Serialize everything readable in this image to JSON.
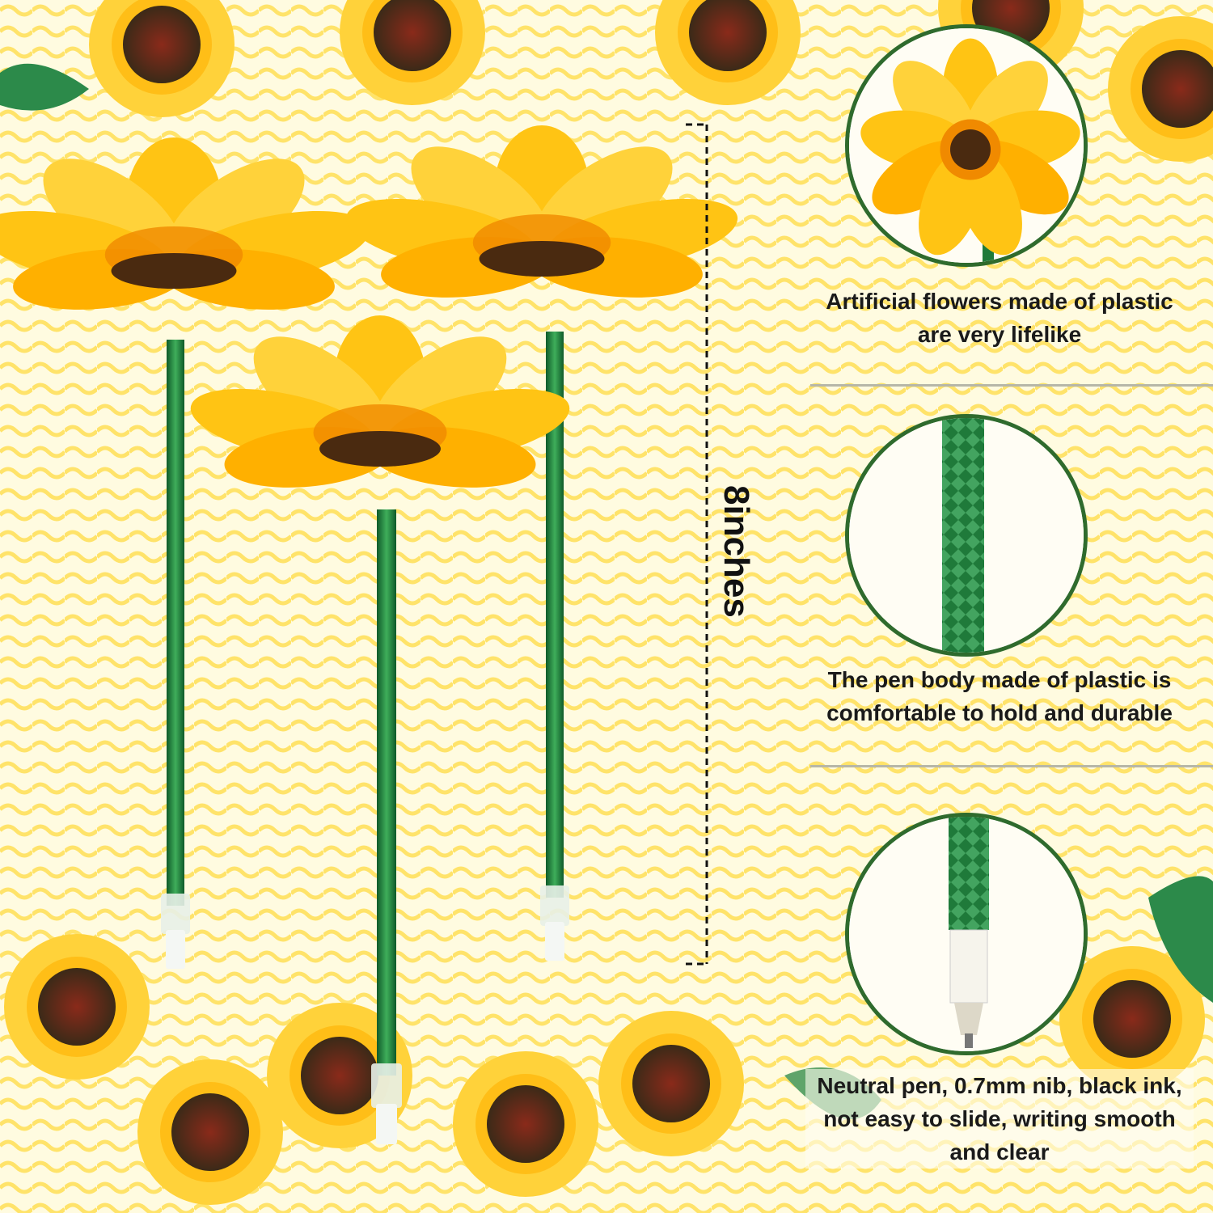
{
  "measurement": {
    "label": "8inches"
  },
  "features": [
    {
      "caption": "Artificial flowers made of plastic are very lifelike",
      "icon": "sunflower-head-closeup"
    },
    {
      "caption": "The pen body made of plastic is comfortable to hold and durable",
      "icon": "pen-body-closeup"
    },
    {
      "caption": "Neutral pen, 0.7mm nib, black ink, not easy to slide, writing smooth and clear",
      "icon": "pen-nib-closeup"
    }
  ],
  "colors": {
    "petal": "#ffc414",
    "petal_dark": "#f08a00",
    "center": "#4a2a10",
    "stem": "#1f7a3a",
    "border": "#2f6b2d",
    "background": "#fff6b8"
  }
}
